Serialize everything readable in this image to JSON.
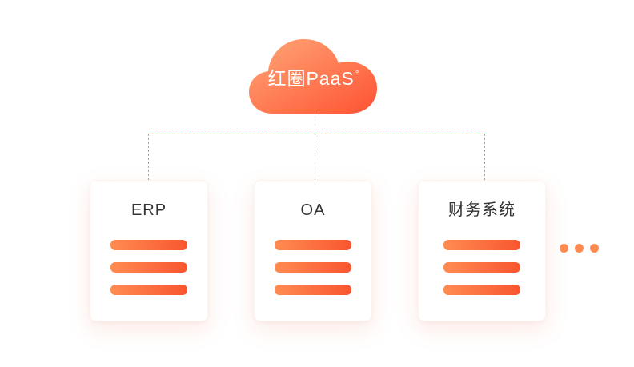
{
  "cloud": {
    "label": "红圈PaaS",
    "mark": "°"
  },
  "cards": [
    {
      "title": "ERP",
      "bar_count": 3
    },
    {
      "title": "OA",
      "bar_count": 3
    },
    {
      "title": "财务系统",
      "bar_count": 3
    }
  ],
  "more_indicator": {
    "dot_count": 3
  },
  "connectors": {
    "style": "dashed",
    "color": "#ff8a65"
  },
  "colors": {
    "cloud_gradient_start": "#ffa878",
    "cloud_gradient_end": "#ff5233",
    "bar_gradient_start": "#ff8c52",
    "bar_gradient_end": "#f9552f",
    "title_text": "#333333",
    "dot": "#ff8a50",
    "card_background": "#ffffff"
  }
}
